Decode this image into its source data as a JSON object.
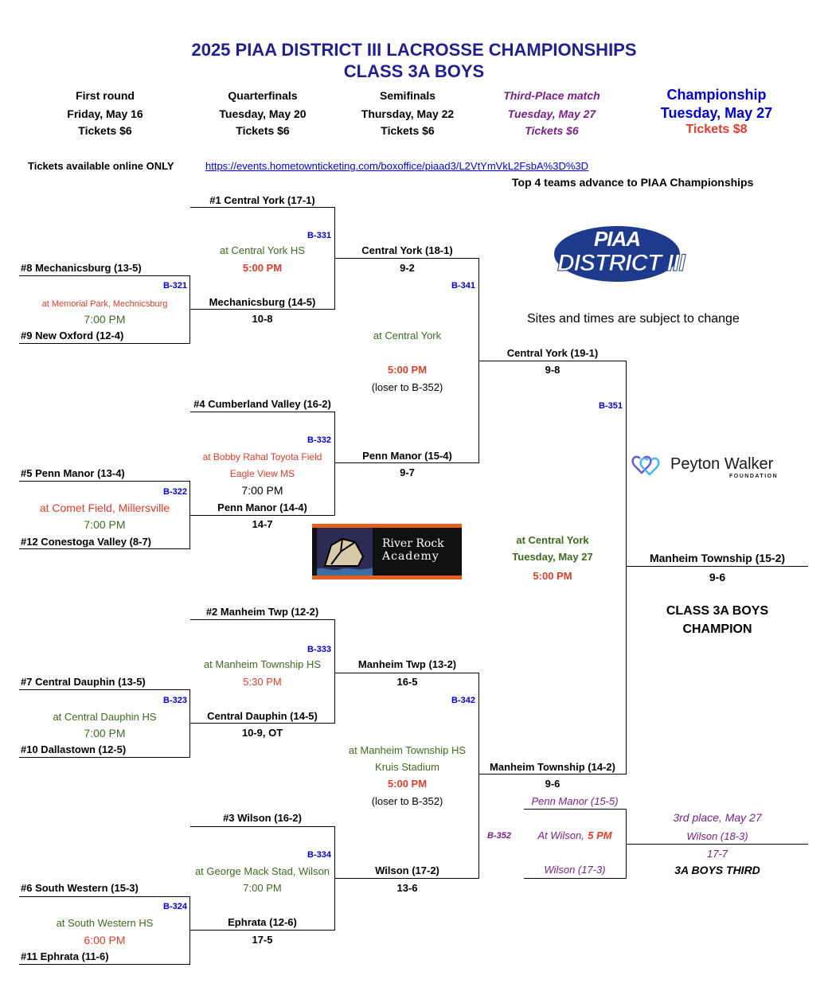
{
  "header": {
    "title": "2025 PIAA DISTRICT III LACROSSE CHAMPIONSHIPS",
    "subtitle": "CLASS 3A BOYS"
  },
  "rounds": [
    {
      "name": "First round",
      "date": "Friday, May 16",
      "tickets": "Tickets $6"
    },
    {
      "name": "Quarterfinals",
      "date": "Tuesday, May 20",
      "tickets": "Tickets $6"
    },
    {
      "name": "Semifinals",
      "date": "Thursday, May 22",
      "tickets": "Tickets $6"
    },
    {
      "name": "Third-Place match",
      "date": "Tuesday, May 27",
      "tickets": "Tickets $6"
    },
    {
      "name": "Championship",
      "date": "Tuesday, May 27",
      "tickets": "Tickets $8"
    }
  ],
  "tickets_note": "Tickets available online ONLY",
  "tickets_url": "https://events.hometownticketing.com/boxoffice/piaad3/L2VtYmVkL2FsbA%3D%3D",
  "advance_note": "Top 4 teams advance to PIAA Championships",
  "sites_note": "Sites and times are subject to change",
  "logos": {
    "piaa_top": "PIAA",
    "piaa_bottom": "DISTRICT III",
    "peyton_name": "Peyton Walker",
    "peyton_sub": "FOUNDATION",
    "rra_line1": "River Rock",
    "rra_line2": "Academy"
  },
  "first_round": [
    {
      "top": "#8 Mechanicsburg (13-5)",
      "bottom": "#9 New Oxford (12-4)",
      "code": "B-321",
      "site": "at Memorial Park, Mechnicsburg",
      "time": "7:00 PM"
    },
    {
      "top": "#5 Penn Manor (13-4)",
      "bottom": "#12 Conestoga Valley (8-7)",
      "code": "B-322",
      "site": "at Comet Field, Millersville",
      "time": "7:00 PM"
    },
    {
      "top": "#7 Central Dauphin (13-5)",
      "bottom": "#10 Dallastown (12-5)",
      "code": "B-323",
      "site": "at Central Dauphin HS",
      "time": "7:00 PM"
    },
    {
      "top": "#6 South Western (15-3)",
      "bottom": "#11 Ephrata (11-6)",
      "code": "B-324",
      "site": "at South Western HS",
      "time": "6:00 PM"
    }
  ],
  "quarterfinals": [
    {
      "top": "#1 Central York (17-1)",
      "bottom": "Mechanicsburg (14-5)",
      "score": "10-8",
      "code": "B-331",
      "site": "at Central York HS",
      "site2": "",
      "time": "5:00 PM"
    },
    {
      "top": "#4 Cumberland Valley (16-2)",
      "bottom": "Penn Manor (14-4)",
      "score": "14-7",
      "code": "B-332",
      "site": "at Bobby Rahal Toyota Field",
      "site2": "Eagle View MS",
      "time": "7:00 PM"
    },
    {
      "top": "#2 Manheim Twp (12-2)",
      "bottom": "Central Dauphin (14-5)",
      "score": "10-9, OT",
      "code": "B-333",
      "site": "at Manheim Township HS",
      "site2": "",
      "time": "5:30 PM"
    },
    {
      "top": "#3 Wilson (16-2)",
      "bottom": "Ephrata (12-6)",
      "score": "17-5",
      "code": "B-334",
      "site": "at George Mack Stad, Wilson",
      "site2": "",
      "time": "7:00 PM"
    }
  ],
  "semifinals": [
    {
      "top": "Central York (18-1)",
      "top_score": "9-2",
      "bottom": "Penn Manor (15-4)",
      "bottom_score": "9-7",
      "code": "B-341",
      "site": "at Central York",
      "site2": "",
      "time": "5:00 PM",
      "note": "(loser to B-352)"
    },
    {
      "top": "Manheim Twp (13-2)",
      "top_score": "16-5",
      "bottom": "Wilson (17-2)",
      "bottom_score": "13-6",
      "code": "B-342",
      "site": "at Manheim Township HS",
      "site2": "Kruis Stadium",
      "time": "5:00 PM",
      "note": "(loser to B-352)"
    }
  ],
  "finalists": [
    {
      "name": "Central York (19-1)",
      "score": "9-8"
    },
    {
      "name": "Manheim Township (14-2)",
      "score": "9-6"
    }
  ],
  "championship": {
    "code": "B-351",
    "site": "at Central York",
    "date": "Tuesday, May 27",
    "time": "5:00 PM",
    "winner": "Manheim Township (15-2)",
    "score": "9-6",
    "title_line1": "CLASS 3A BOYS",
    "title_line2": "CHAMPION"
  },
  "third_place": {
    "code": "B-352",
    "top": "Penn Manor (15-5)",
    "site": "At Wilson,",
    "time": "5 PM",
    "bottom": "Wilson (17-3)",
    "label": "3rd place, May 27",
    "winner": "Wilson (18-3)",
    "score": "17-7",
    "title": "3A BOYS THIRD"
  }
}
